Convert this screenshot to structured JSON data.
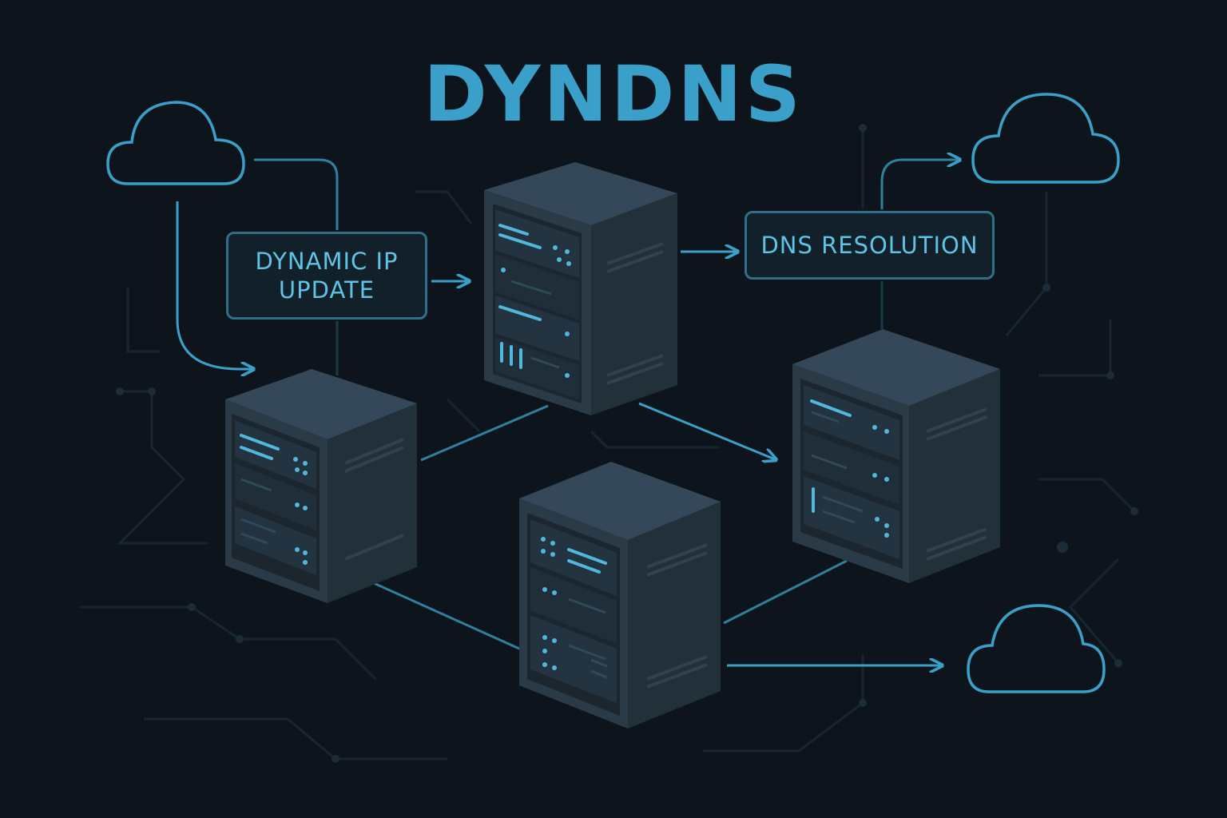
{
  "title": "DYNDNS",
  "labels": {
    "dynamic_ip_line1": "DYNAMIC IP",
    "dynamic_ip_line2": "UPDATE",
    "dns_resolution": "DNS RESOLUTION"
  },
  "colors": {
    "background": "#0d141b",
    "accent": "#3aa0c9",
    "accent_light": "#5ec3e6",
    "server_body": "#2a3a47",
    "server_front": "#1e2a34",
    "circuit": "#1a2a35"
  },
  "icons": [
    "cloud-icon",
    "server-icon",
    "arrow-icon"
  ]
}
